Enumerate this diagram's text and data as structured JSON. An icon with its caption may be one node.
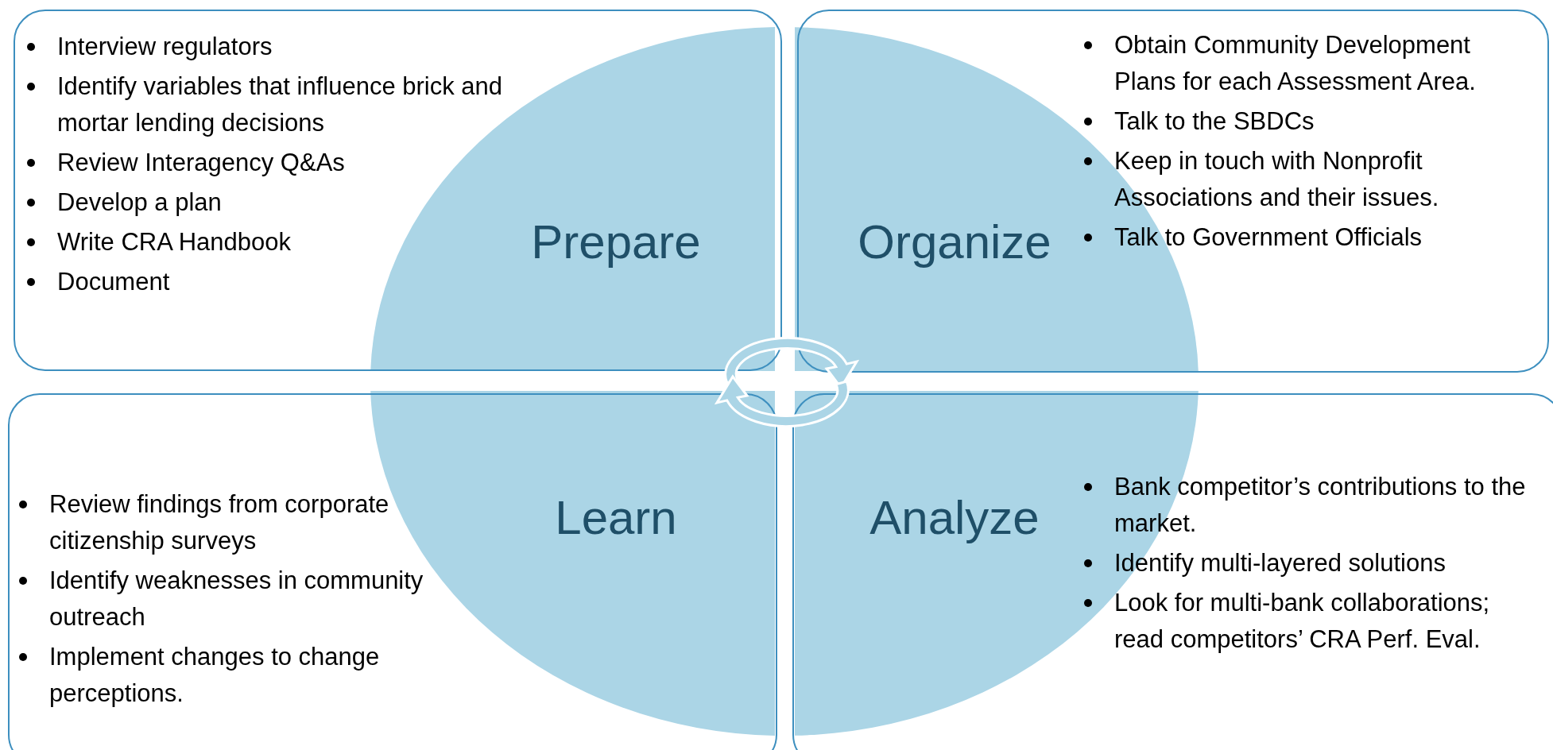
{
  "diagram": {
    "nodes": [
      {
        "text": [
          "Prepare",
          "Interview regulators",
          "Identify variables that influence brick and mortar lending decisions",
          "Review Interagency Q&As",
          "Develop a plan",
          "Write CRA Handbook",
          "Document"
        ]
      },
      {
        "text": [
          "Organize",
          "Obtain Community Development Plans for each Assessment Area.",
          "Talk to the SBDCs",
          "Keep in touch with Nonprofit Associations and their issues.",
          "Talk to Government Officials"
        ]
      },
      {
        "text": [
          "Learn",
          "Review findings from corporate citizenship surveys",
          "Identify weaknesses in community outreach",
          "Implement changes to change perceptions."
        ]
      },
      {
        "text": [
          "Analyze",
          "Bank competitor’s contributions to the market.",
          "Identify multi-layered solutions",
          "Look for multi-bank collaborations; read competitors’ CRA Perf. Eval."
        ]
      }
    ]
  }
}
